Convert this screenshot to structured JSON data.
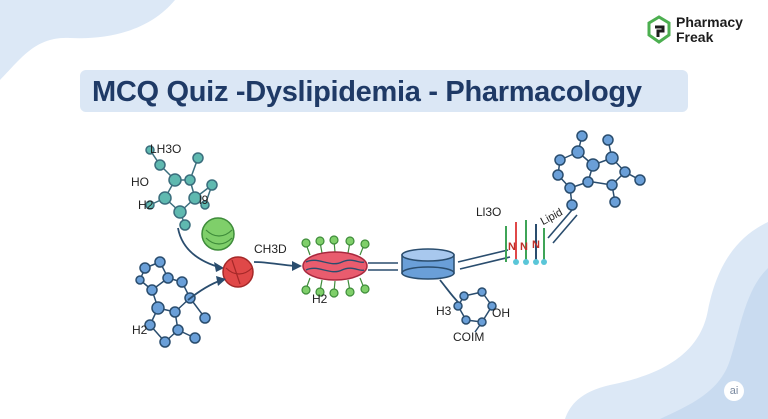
{
  "brand": {
    "name_line1": "Pharmacy",
    "name_line2": "Freak",
    "logo_icon": "pharmacy-freak-logo-icon",
    "color_primary": "#1d1d1d",
    "color_accent": "#4caf50"
  },
  "title": "MCQ Quiz -Dyslipidemia - Pharmacology",
  "labels": {
    "l1": "LH3O",
    "l2": "HO",
    "l3": "H2",
    "l4": "l9",
    "l5": "CH3D",
    "l6": "H2",
    "l7": "H2",
    "l8": "H3",
    "l9": "OH",
    "l10": "COIM",
    "l11": "Ll3O",
    "l12": "Lipid"
  },
  "badge": "ai",
  "colors": {
    "title_bg": "#dbe7f5",
    "title_text": "#1f3a66",
    "blob": "#dce8f6",
    "node_teal": "#5fb9b0",
    "node_blue": "#6a9fd8",
    "node_green": "#7fcf6a",
    "node_red": "#e04848"
  }
}
